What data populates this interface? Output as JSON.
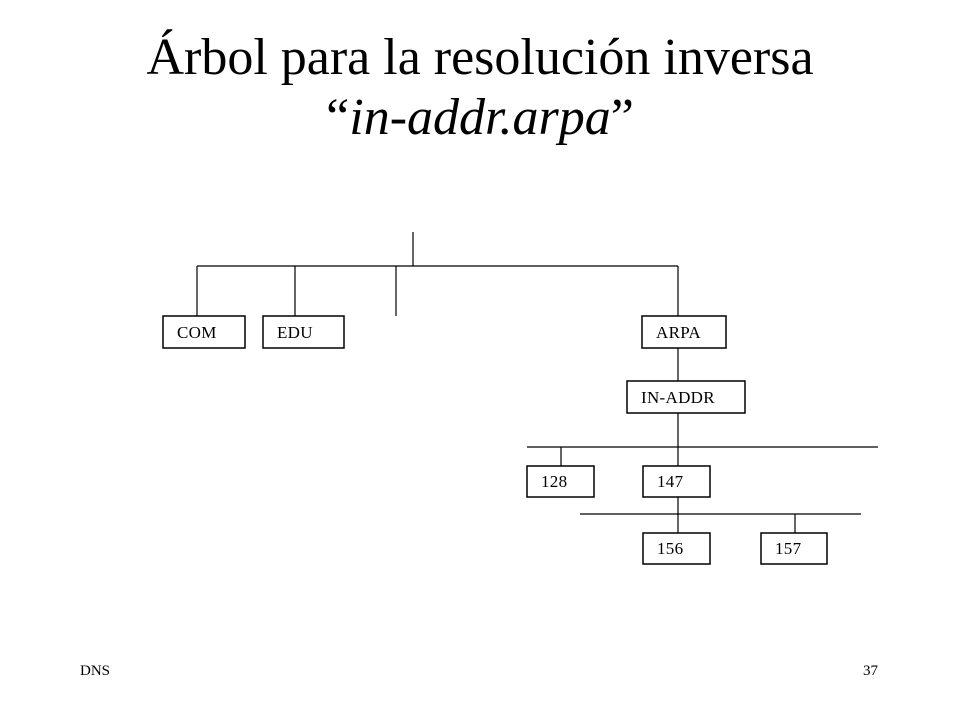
{
  "slide": {
    "title_line1": "Árbol para la resolución inversa",
    "title_open_quote": "“",
    "title_zone": "in-addr.arpa",
    "title_close_quote": "”",
    "footer_left": "DNS",
    "page_number": "37"
  },
  "diagram": {
    "nodes": [
      {
        "id": "com",
        "label": "COM"
      },
      {
        "id": "edu",
        "label": "EDU"
      },
      {
        "id": "arpa",
        "label": "ARPA"
      },
      {
        "id": "in-addr",
        "label": "IN-ADDR"
      },
      {
        "id": "n128",
        "label": "128"
      },
      {
        "id": "n147",
        "label": "147"
      },
      {
        "id": "n156",
        "label": "156"
      },
      {
        "id": "n157",
        "label": "157"
      }
    ]
  }
}
